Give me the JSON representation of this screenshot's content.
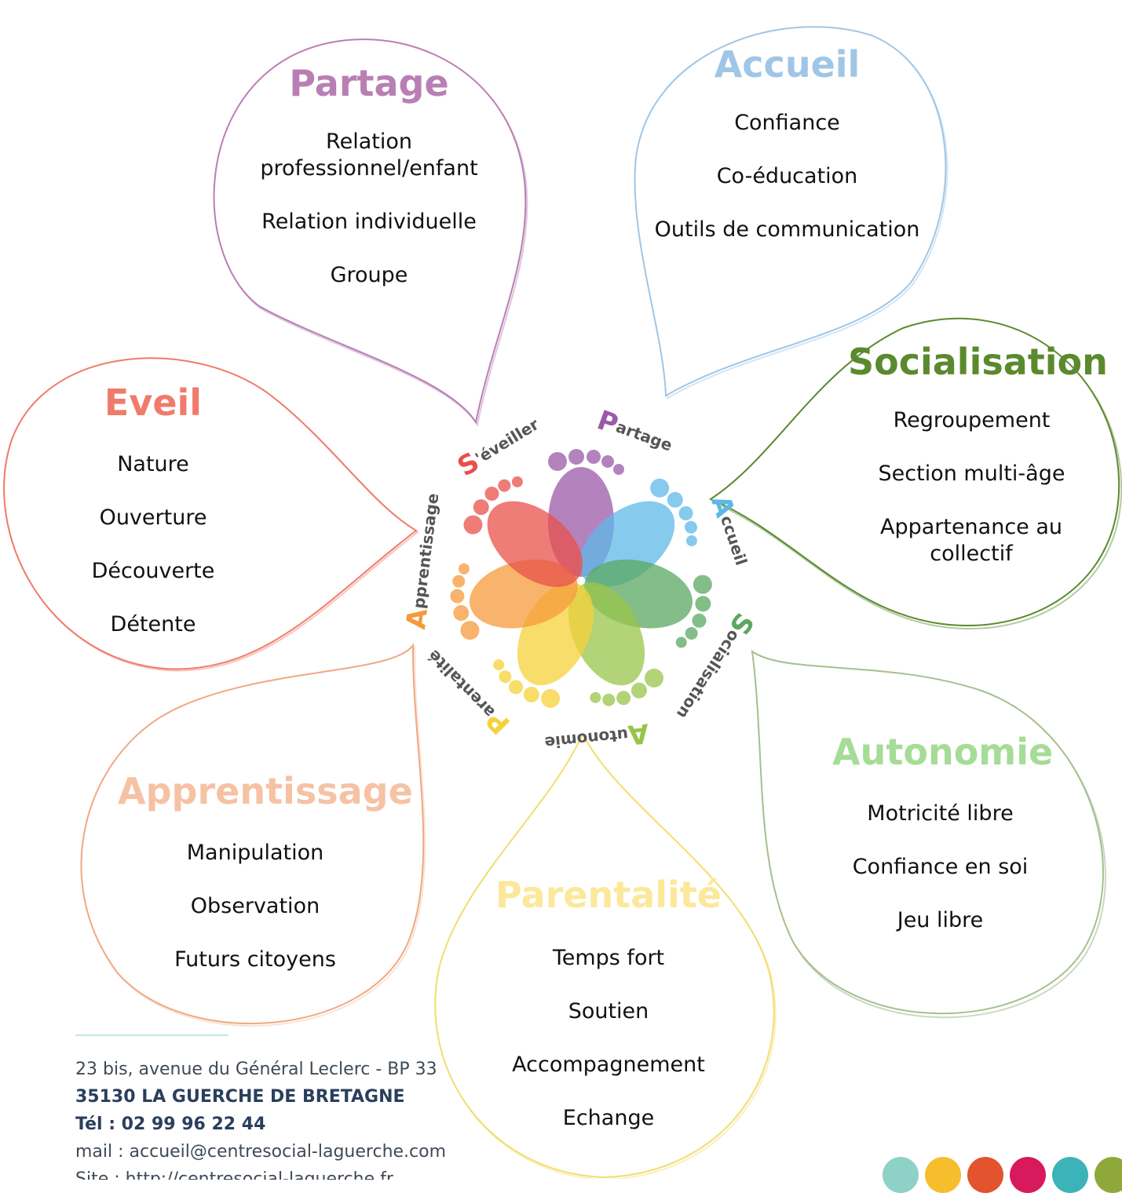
{
  "petals": {
    "partage": {
      "title": "Partage",
      "color": "#b97fb4",
      "items": [
        "Relation professionnel/enfant",
        "Relation individuelle",
        "Groupe"
      ]
    },
    "accueil": {
      "title": "Accueil",
      "color": "#9fc6e6",
      "items": [
        "Confiance",
        "Co-éducation",
        "Outils de communication"
      ]
    },
    "socialisation": {
      "title": "Socialisation",
      "color": "#5a8a2e",
      "items": [
        "Regroupement",
        "Section multi-âge",
        "Appartenance au collectif"
      ]
    },
    "eveil": {
      "title": "Eveil",
      "color": "#ef7b6b",
      "items": [
        "Nature",
        "Ouverture",
        "Découverte",
        "Détente"
      ]
    },
    "apprentissage": {
      "title": "Apprentissage",
      "color": "#f6c2a4",
      "items": [
        "Manipulation",
        "Observation",
        "Futurs citoyens"
      ]
    },
    "parentalite": {
      "title": "Parentalité",
      "color": "#fbe89a",
      "items": [
        "Temps fort",
        "Soutien",
        "Accompagnement",
        "Echange"
      ]
    },
    "autonomie": {
      "title": "Autonomie",
      "color": "#a5dc97",
      "items": [
        "Motricité libre",
        "Confiance en soi",
        "Jeu libre"
      ]
    }
  },
  "logo": {
    "words": [
      "Partage",
      "Accueil",
      "Socialisation",
      "Autonomie",
      "Parentalité",
      "Apprentissage",
      "S'éveiller"
    ],
    "colors": [
      "#9b5aa8",
      "#5db8e8",
      "#5aa860",
      "#98c44a",
      "#f5d238",
      "#f59a3c",
      "#e8504a"
    ]
  },
  "footer": {
    "address": "23 bis, avenue du Général Leclerc - BP 33",
    "city": "35130 LA GUERCHE DE BRETAGNE",
    "phone": "Tél : 02 99 96 22 44",
    "mail": "mail : accueil@centresocial-laguerche.com",
    "site": "Site : http://centresocial-laguerche.fr"
  },
  "brand_dots": [
    "#8ed1c6",
    "#f6be2c",
    "#e2532e",
    "#d8195c",
    "#3cb3b8",
    "#8ea93a"
  ]
}
